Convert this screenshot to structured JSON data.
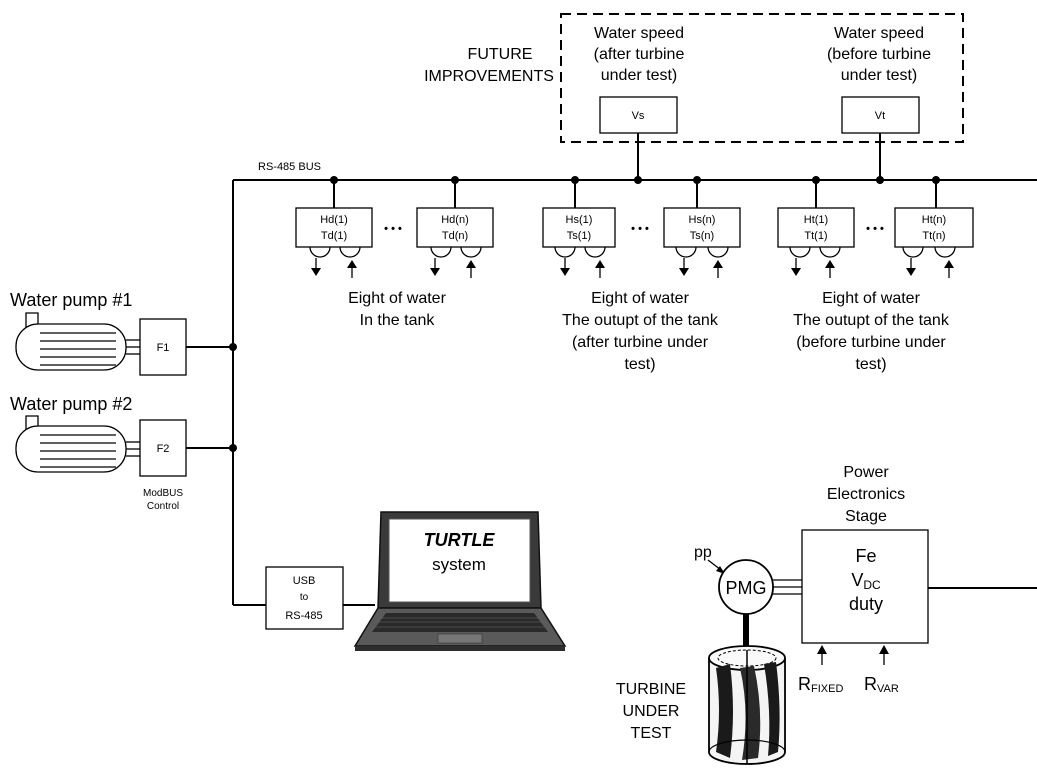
{
  "future": {
    "title_line1": "FUTURE",
    "title_line2": "IMPROVEMENTS",
    "after": {
      "line1": "Water speed",
      "line2": "(after turbine",
      "line3": "under test)",
      "sensor": "Vs"
    },
    "before": {
      "line1": "Water speed",
      "line2": "(before turbine",
      "line3": "under test)",
      "sensor": "Vt"
    }
  },
  "bus": {
    "label": "RS-485 BUS"
  },
  "sensors": {
    "tank_1": {
      "line1": "Hd(1)",
      "line2": "Td(1)"
    },
    "tank_n": {
      "line1": "Hd(n)",
      "line2": "Td(n)"
    },
    "after_1": {
      "line1": "Hs(1)",
      "line2": "Ts(1)"
    },
    "after_n": {
      "line1": "Hs(n)",
      "line2": "Ts(n)"
    },
    "before_1": {
      "line1": "Ht(1)",
      "line2": "Tt(1)"
    },
    "before_n": {
      "line1": "Ht(n)",
      "line2": "Tt(n)"
    },
    "ellipsis": "• • •"
  },
  "groups": {
    "tank": {
      "line1": "Eight of water",
      "line2": "In the tank"
    },
    "after": {
      "line1": "Eight of water",
      "line2": "The outupt of the tank",
      "line3": "(after turbine under",
      "line4": "test)"
    },
    "before": {
      "line1": "Eight of water",
      "line2": "The outupt of the tank",
      "line3": "(before turbine under",
      "line4": "test)"
    }
  },
  "pumps": {
    "pump1": {
      "label": "Water pump #1",
      "drive": "F1"
    },
    "pump2": {
      "label": "Water pump #2",
      "drive": "F2"
    },
    "control_line1": "ModBUS",
    "control_line2": "Control"
  },
  "converter": {
    "line1": "USB",
    "line2": "to",
    "line3": "RS-485"
  },
  "laptop": {
    "title": "TURTLE",
    "subtitle": "system"
  },
  "power": {
    "title_line1": "Power",
    "title_line2": "Electronics",
    "title_line3": "Stage",
    "box_line1": "Fe",
    "vdc_main": "V",
    "vdc_sub": "DC",
    "box_line3": "duty",
    "r_fixed_main": "R",
    "r_fixed_sub": "FIXED",
    "r_var_main": "R",
    "r_var_sub": "VAR"
  },
  "generator": {
    "label": "PMG",
    "pp": "pp"
  },
  "turbine": {
    "line1": "TURBINE",
    "line2": "UNDER",
    "line3": "TEST"
  }
}
